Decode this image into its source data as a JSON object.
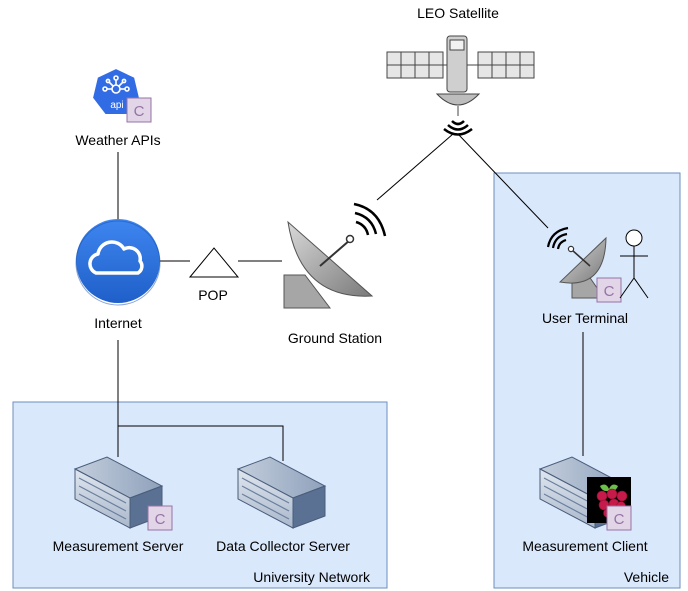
{
  "diagram": {
    "nodes": {
      "leo_satellite": "LEO Satellite",
      "weather_apis": "Weather APIs",
      "api_icon_text": "api",
      "internet": "Internet",
      "pop": "POP",
      "ground_station": "Ground Station",
      "user_terminal": "User Terminal",
      "measurement_server": "Measurement Server",
      "data_collector_server": "Data Collector Server",
      "measurement_client": "Measurement Client"
    },
    "groups": {
      "university_network": "University Network",
      "vehicle": "Vehicle"
    },
    "badge_letter": "C"
  },
  "colors": {
    "group_fill": "#dae8fc",
    "group_border": "#6c8ebf",
    "cloud_blue": "#2f6fe0",
    "api_blue": "#326ce5",
    "server_blue": "#5a7193",
    "badge_fill": "#e1d5e7",
    "badge_border": "#9673a6"
  }
}
